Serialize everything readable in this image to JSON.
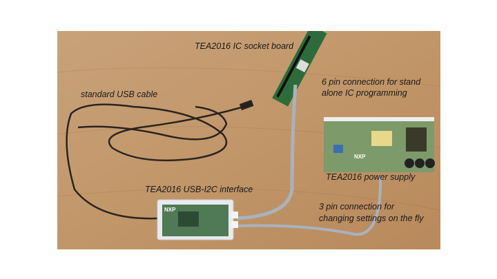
{
  "labels": {
    "socket_board": "TEA2016 IC socket board",
    "six_pin_line1": "6 pin connection for stand",
    "six_pin_line2": "alone IC programming",
    "usb_cable": "standard USB cable",
    "power_supply": "TEA2016 power supply",
    "usb_i2c": "TEA2016 USB-I2C interface",
    "three_pin_line1": "3 pin connection for",
    "three_pin_line2": "changing settings on the fly"
  },
  "logos": {
    "interface_logo": "NXP",
    "psu_logo": "NXP"
  }
}
